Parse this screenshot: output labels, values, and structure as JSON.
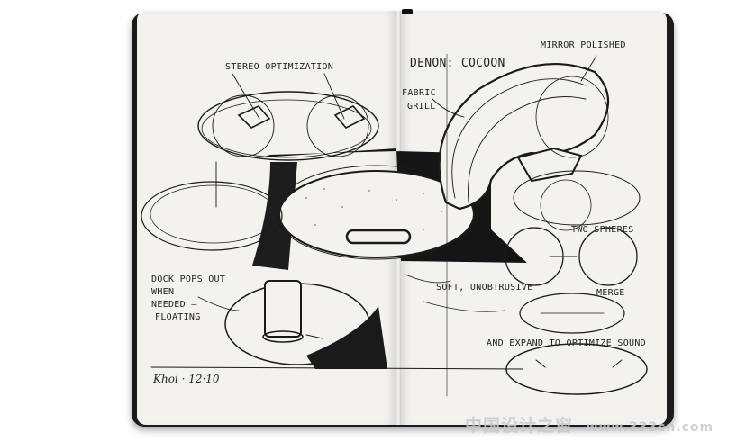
{
  "notes": {
    "title": "DENON: COCOON",
    "mirror": "MIRROR POLISHED",
    "stereo": "STEREO OPTIMIZATION",
    "fabric_line1": "FABRIC",
    "fabric_line2": "GRILL",
    "two_spheres": "TWO SPHERES",
    "merge": "MERGE",
    "expand": "AND EXPAND TO OPTIMIZE SOUND",
    "soft": "SOFT, UNOBTRUSIVE",
    "dock_line1": "DOCK POPS OUT",
    "dock_line2": "WHEN",
    "dock_line3": "NEEDED –",
    "dock_line4": "FLOATING",
    "signature": "Khoi · 12·10"
  },
  "watermark": {
    "cn": "中国设计之窗",
    "url": "www.333cn.com"
  },
  "colors": {
    "paper": "#f3f2ef",
    "ink": "#1a1a1a",
    "cover": "#1b1b1b"
  }
}
